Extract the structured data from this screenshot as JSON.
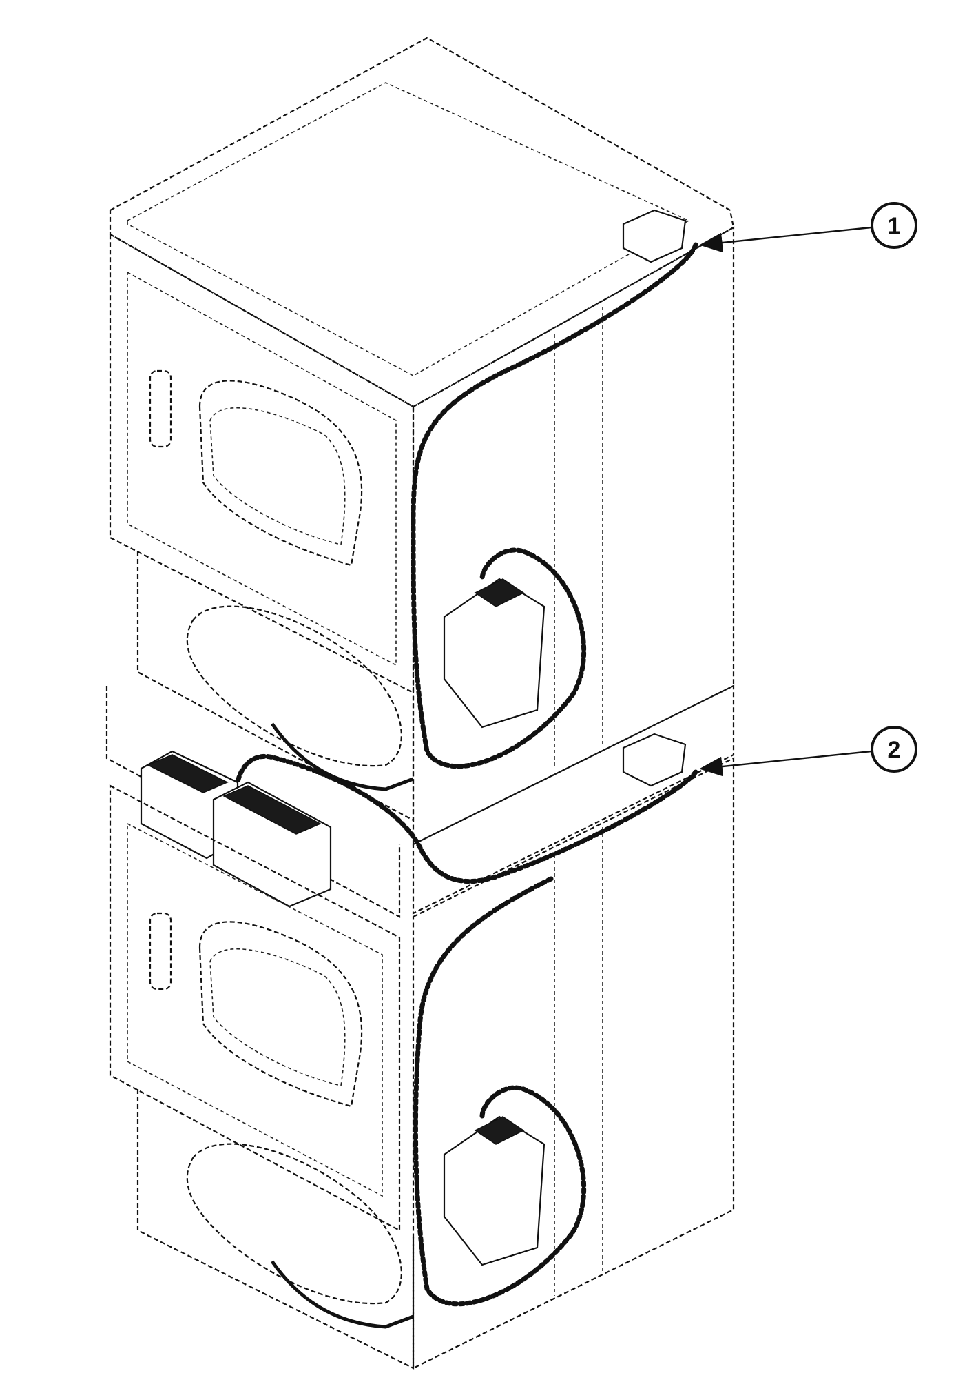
{
  "callouts": [
    {
      "id": "1",
      "label": "1"
    },
    {
      "id": "2",
      "label": "2"
    }
  ],
  "colors": {
    "line": "#111111",
    "background": "#ffffff"
  },
  "icons": {
    "arrowhead": "arrowhead-icon"
  }
}
